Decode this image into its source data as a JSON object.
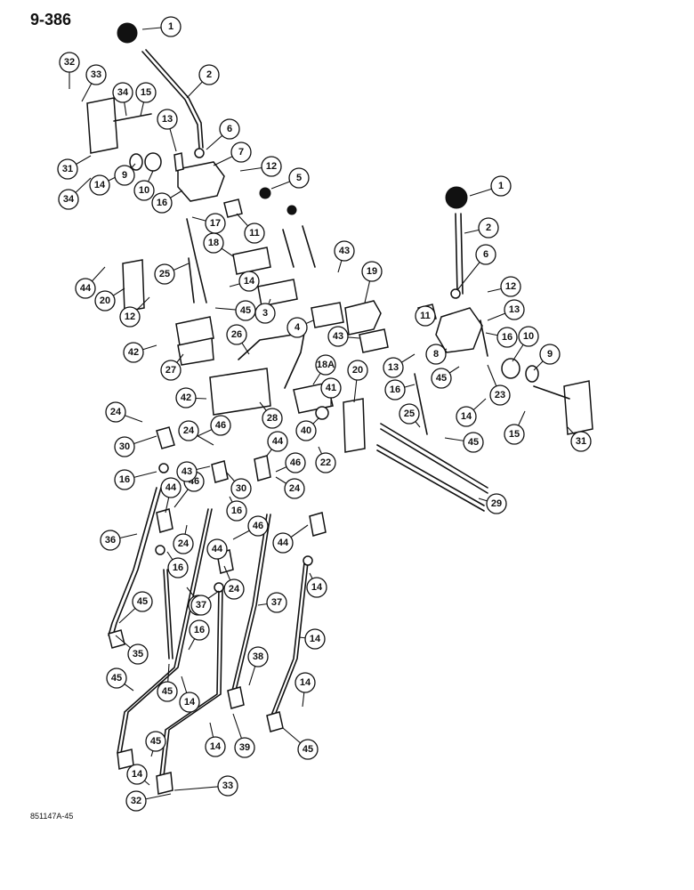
{
  "page_number": "9-386",
  "figure_code": "851147A-45",
  "callouts": [
    "1",
    "2",
    "6",
    "7",
    "12",
    "5",
    "32",
    "33",
    "34",
    "15",
    "13",
    "31",
    "9",
    "10",
    "14",
    "16",
    "17",
    "11",
    "1",
    "2",
    "6",
    "12",
    "11",
    "13",
    "16",
    "10",
    "9",
    "43",
    "19",
    "18",
    "25",
    "20",
    "14",
    "45",
    "3",
    "4",
    "43",
    "8",
    "13",
    "16",
    "23",
    "45",
    "31",
    "15",
    "14",
    "25",
    "45",
    "42",
    "27",
    "26",
    "18A",
    "41",
    "20",
    "42",
    "28",
    "24",
    "46",
    "30",
    "24",
    "40",
    "22",
    "16",
    "44",
    "46",
    "30",
    "24",
    "29",
    "16",
    "46",
    "44",
    "44",
    "36",
    "16",
    "46",
    "24",
    "44",
    "24",
    "16",
    "14",
    "45",
    "35",
    "37",
    "14",
    "16",
    "37",
    "45",
    "14",
    "38",
    "45",
    "39",
    "14",
    "14",
    "45",
    "45",
    "14",
    "32",
    "33",
    "34",
    "44",
    "12",
    "43"
  ]
}
